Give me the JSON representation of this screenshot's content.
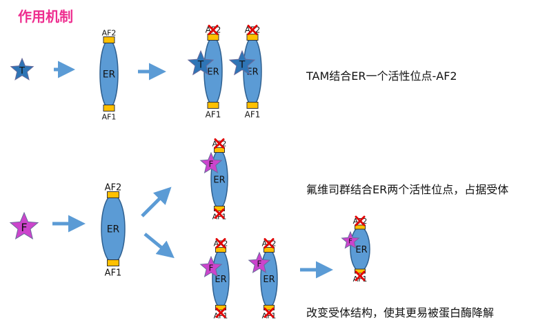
{
  "page_title": "作用机制",
  "labels": {
    "receptor": "ER",
    "af1": "AF1",
    "af2": "AF2",
    "tamoxifen": "T",
    "fulvestrant": "F"
  },
  "captions": {
    "tam": "TAM结合ER一个活性位点-AF2",
    "fulvestrant": "氟维司群结合ER两个活性位点，占据受体",
    "degradation": "改变受体结构，使其更易被蛋白酶降解"
  },
  "colors": {
    "title": "#ee2d8f",
    "receptor_fill": "#5b9bd5",
    "receptor_stroke": "#2e5f8f",
    "site_fill": "#ffc000",
    "tam_star": "#2e75b6",
    "fulv_star": "#cc44cc",
    "cross": "#e00000",
    "arrow": "#5b9bd5"
  }
}
